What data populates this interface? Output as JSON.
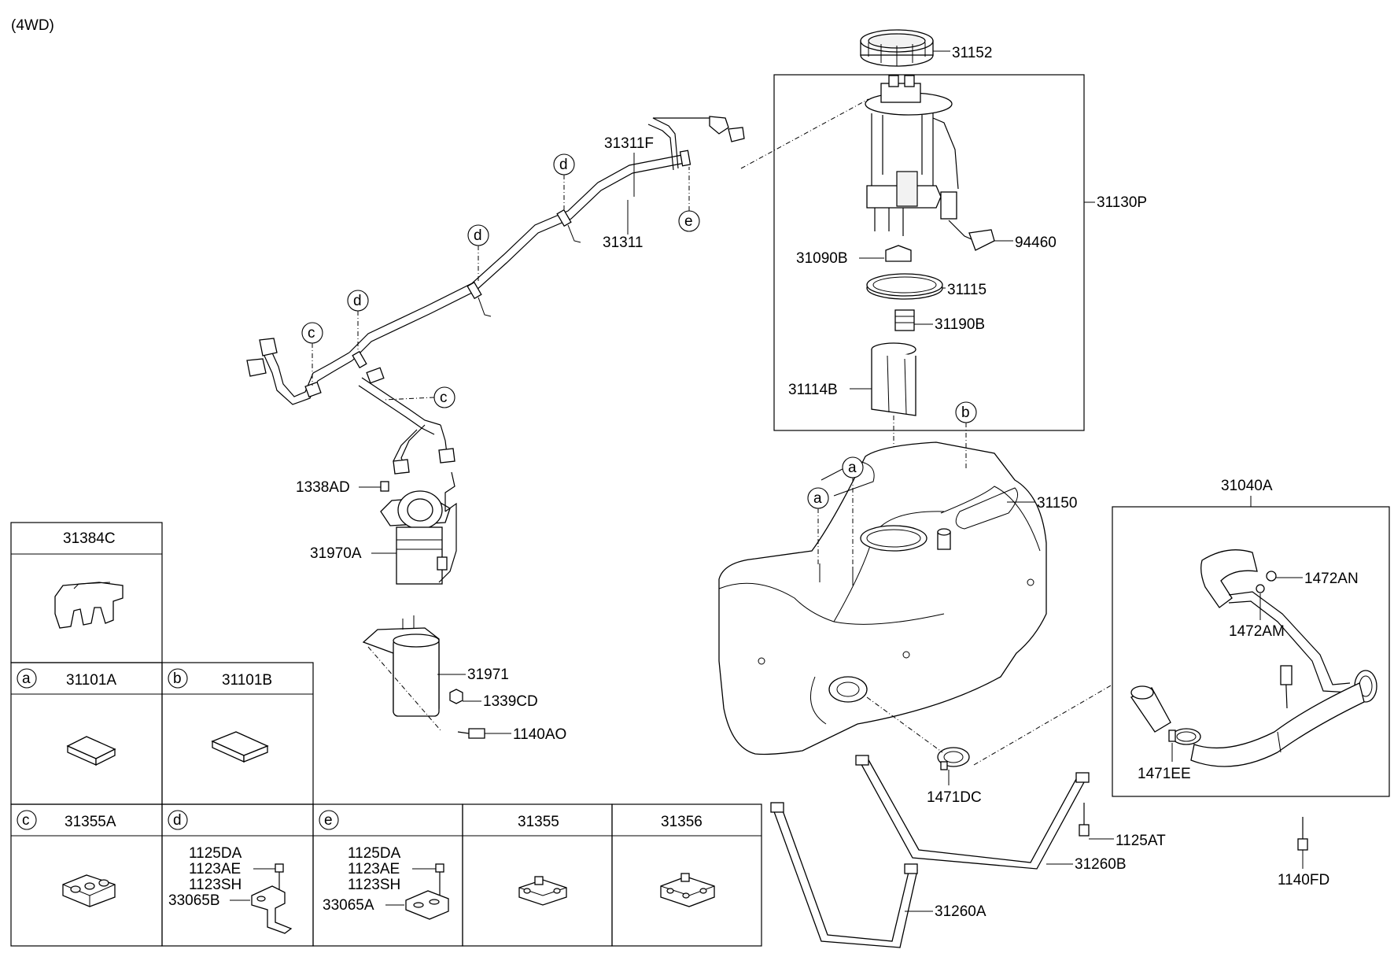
{
  "variant": "(4WD)",
  "callouts": {
    "c31152": "31152",
    "c31311F": "31311F",
    "c31311": "31311",
    "c31130P": "31130P",
    "c94460": "94460",
    "c31090B": "31090B",
    "c31115": "31115",
    "c31190B": "31190B",
    "c31114B": "31114B",
    "c31150": "31150",
    "c31040A": "31040A",
    "c1472AN": "1472AN",
    "c1472AM": "1472AM",
    "c1471EE": "1471EE",
    "c1471DC": "1471DC",
    "c1125AT": "1125AT",
    "c31260B": "31260B",
    "c31260A": "31260A",
    "c1140FD": "1140FD",
    "c1338AD": "1338AD",
    "c31970A": "31970A",
    "c31971": "31971",
    "c1339CD": "1339CD",
    "c1140AO": "1140AO"
  },
  "markers": {
    "d": "d",
    "e": "e",
    "c": "c",
    "a": "a",
    "b": "b"
  },
  "legend": {
    "row1": {
      "part": "31384C"
    },
    "row2": [
      {
        "key": "a",
        "part": "31101A"
      },
      {
        "key": "b",
        "part": "31101B"
      }
    ],
    "row3": [
      {
        "key": "c",
        "part": "31355A",
        "sub": []
      },
      {
        "key": "d",
        "part": "",
        "sub": [
          "1125DA",
          "1123AE",
          "1123SH",
          "33065B"
        ]
      },
      {
        "key": "e",
        "part": "",
        "sub": [
          "1125DA",
          "1123AE",
          "1123SH",
          "33065A"
        ]
      },
      {
        "key": "",
        "part": "31355",
        "sub": []
      },
      {
        "key": "",
        "part": "31356",
        "sub": []
      }
    ]
  }
}
